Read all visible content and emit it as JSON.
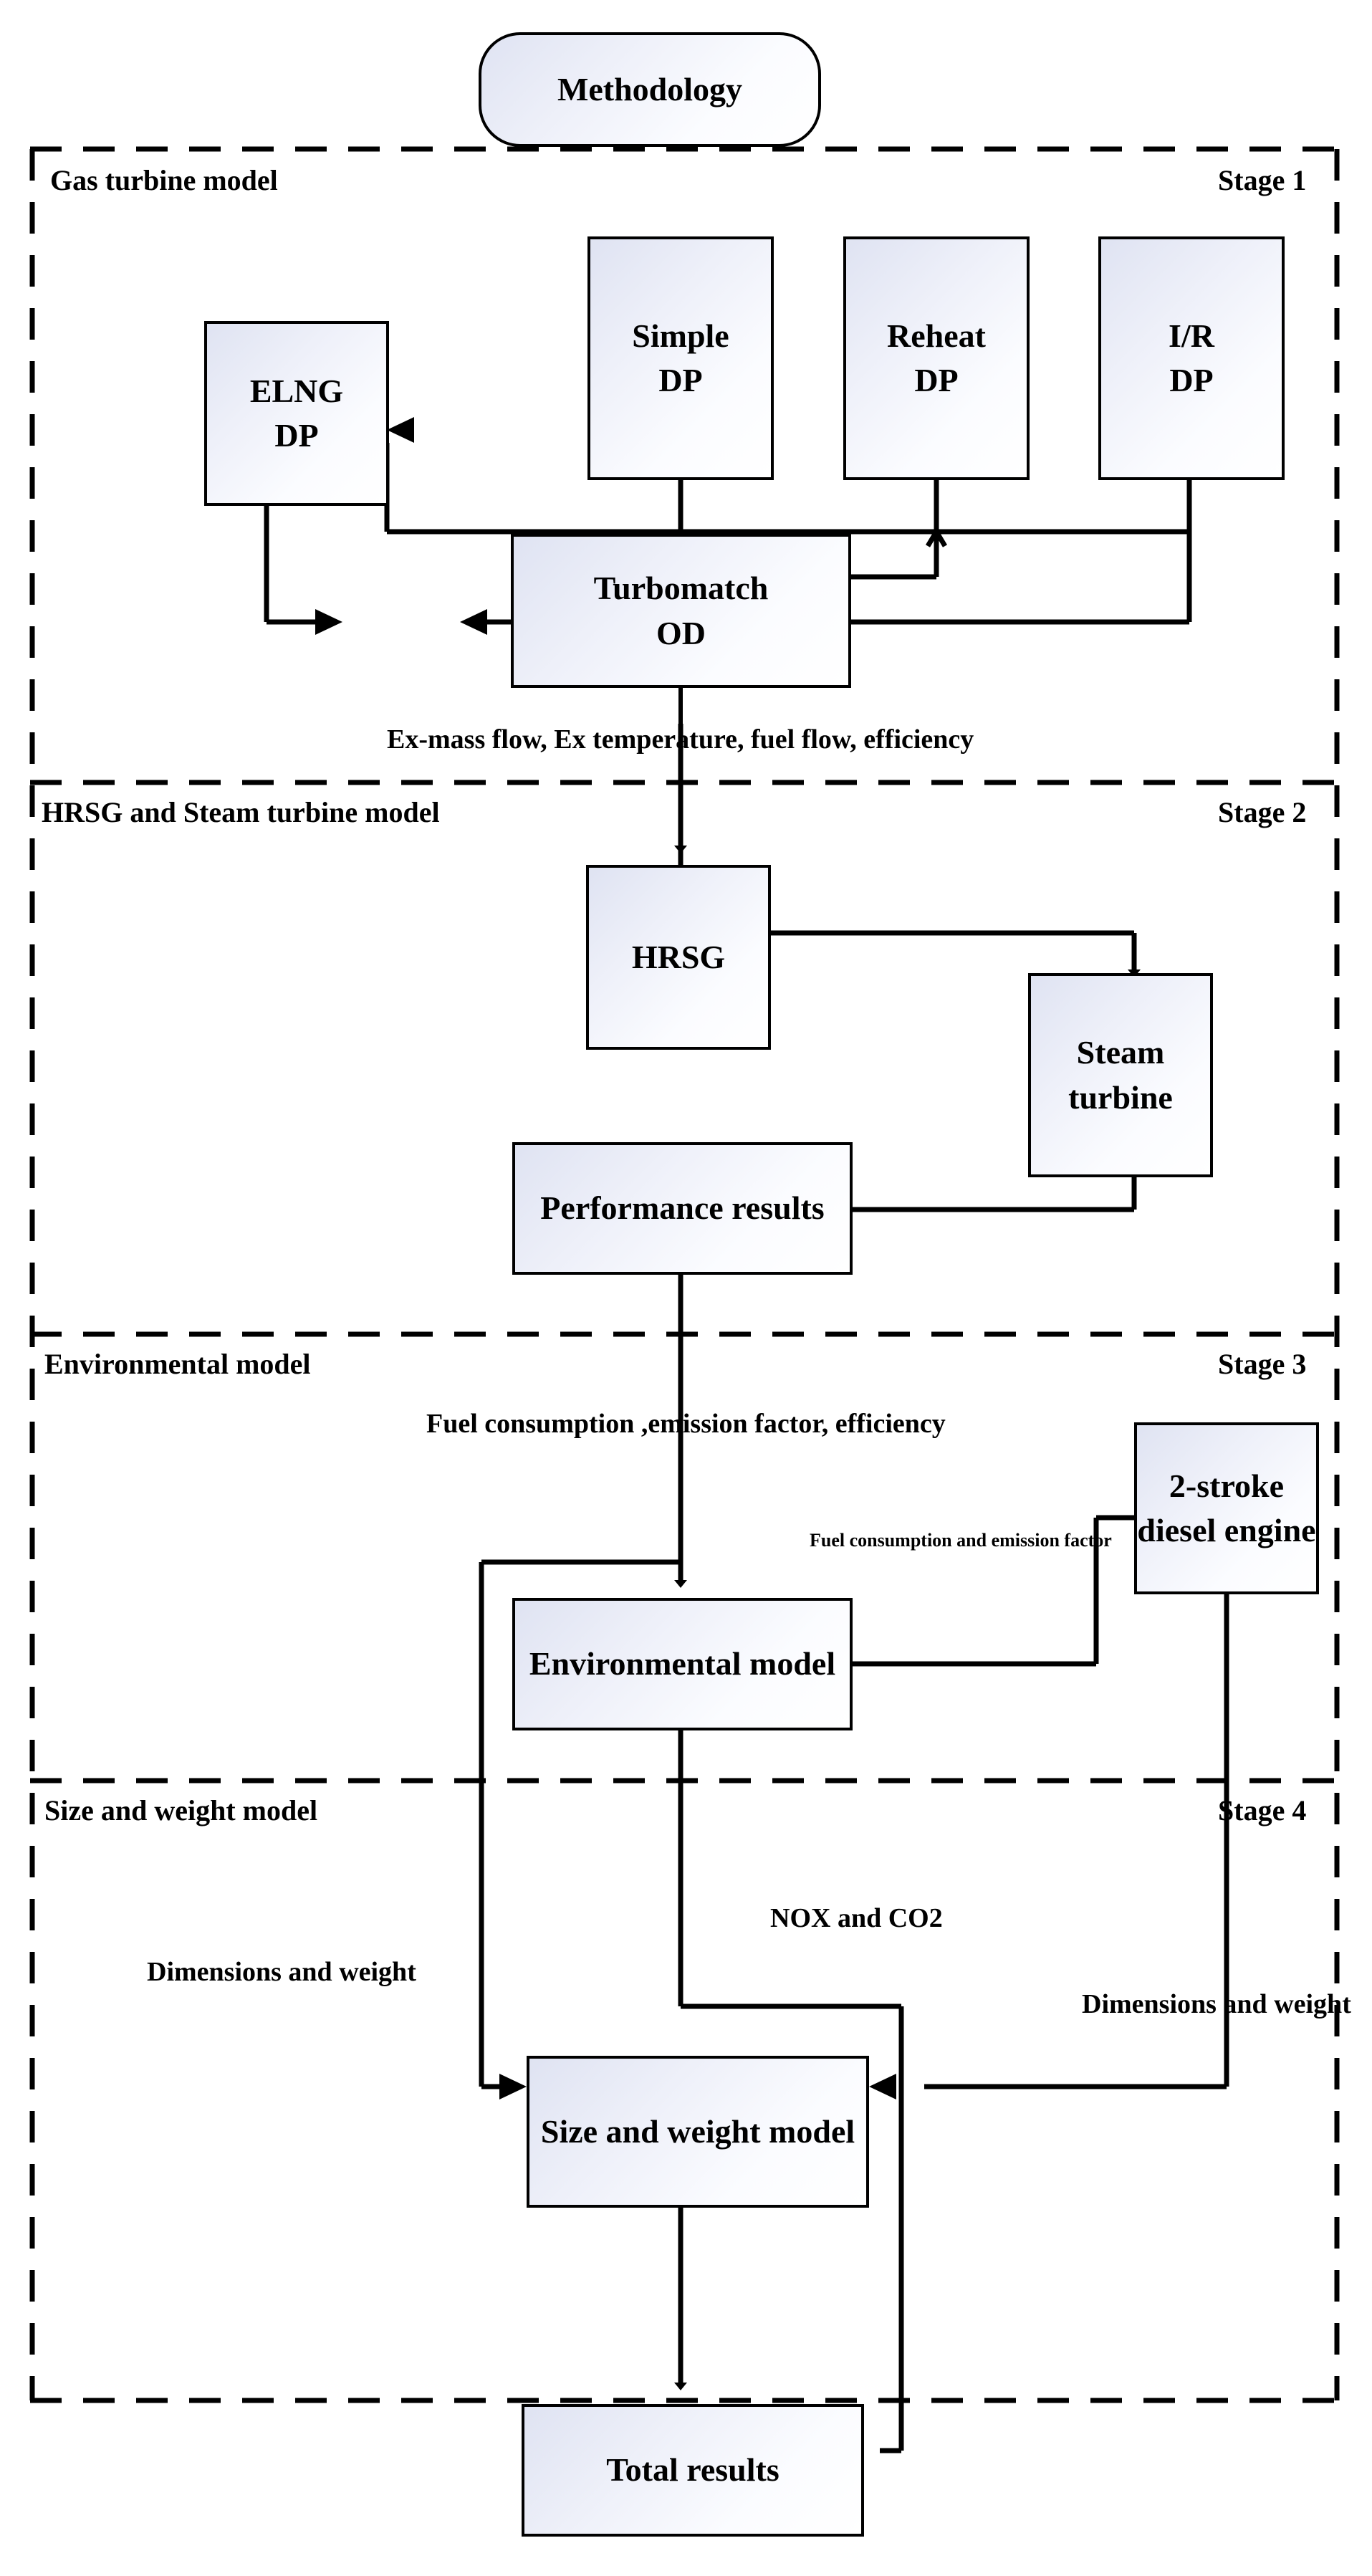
{
  "title": "Methodology",
  "stages": [
    {
      "id": "stage1",
      "name": "Gas turbine model",
      "badge": "Stage 1"
    },
    {
      "id": "stage2",
      "name": "HRSG and Steam turbine model",
      "badge": "Stage 2"
    },
    {
      "id": "stage3",
      "name": "Environmental model",
      "badge": "Stage 3"
    },
    {
      "id": "stage4",
      "name": "Size and weight model",
      "badge": "Stage 4"
    }
  ],
  "nodes": {
    "methodology": "Methodology",
    "elng_dp": "ELNG\nDP",
    "simple_dp": "Simple\nDP",
    "reheat_dp": "Reheat\nDP",
    "ir_dp": "I/R\nDP",
    "turbomatch_od": "Turbomatch\nOD",
    "hrsg": "HRSG",
    "steam_turbine": "Steam\nturbine",
    "performance_results": "Performance results",
    "environmental_model": "Environmental model",
    "diesel_engine": "2-stroke\ndiesel engine",
    "size_weight_model": "Size and weight model",
    "total_results": "Total results"
  },
  "edge_labels": {
    "turbomatch_to_hrsg": "Ex-mass flow, Ex temperature, fuel flow, efficiency",
    "performance_to_env": "Fuel consumption  ,emission factor, efficiency",
    "diesel_to_env": "Fuel consumption  and emission factor",
    "env_to_size_left": "Dimensions and weight",
    "env_to_size_mid": "NOX and CO2",
    "diesel_to_size_right": "Dimensions and weight"
  },
  "colors": {
    "line": "#000000",
    "box_border": "#000000",
    "box_fill_start": "#dfe3f2",
    "box_fill_end": "#ffffff",
    "background": "#ffffff"
  }
}
